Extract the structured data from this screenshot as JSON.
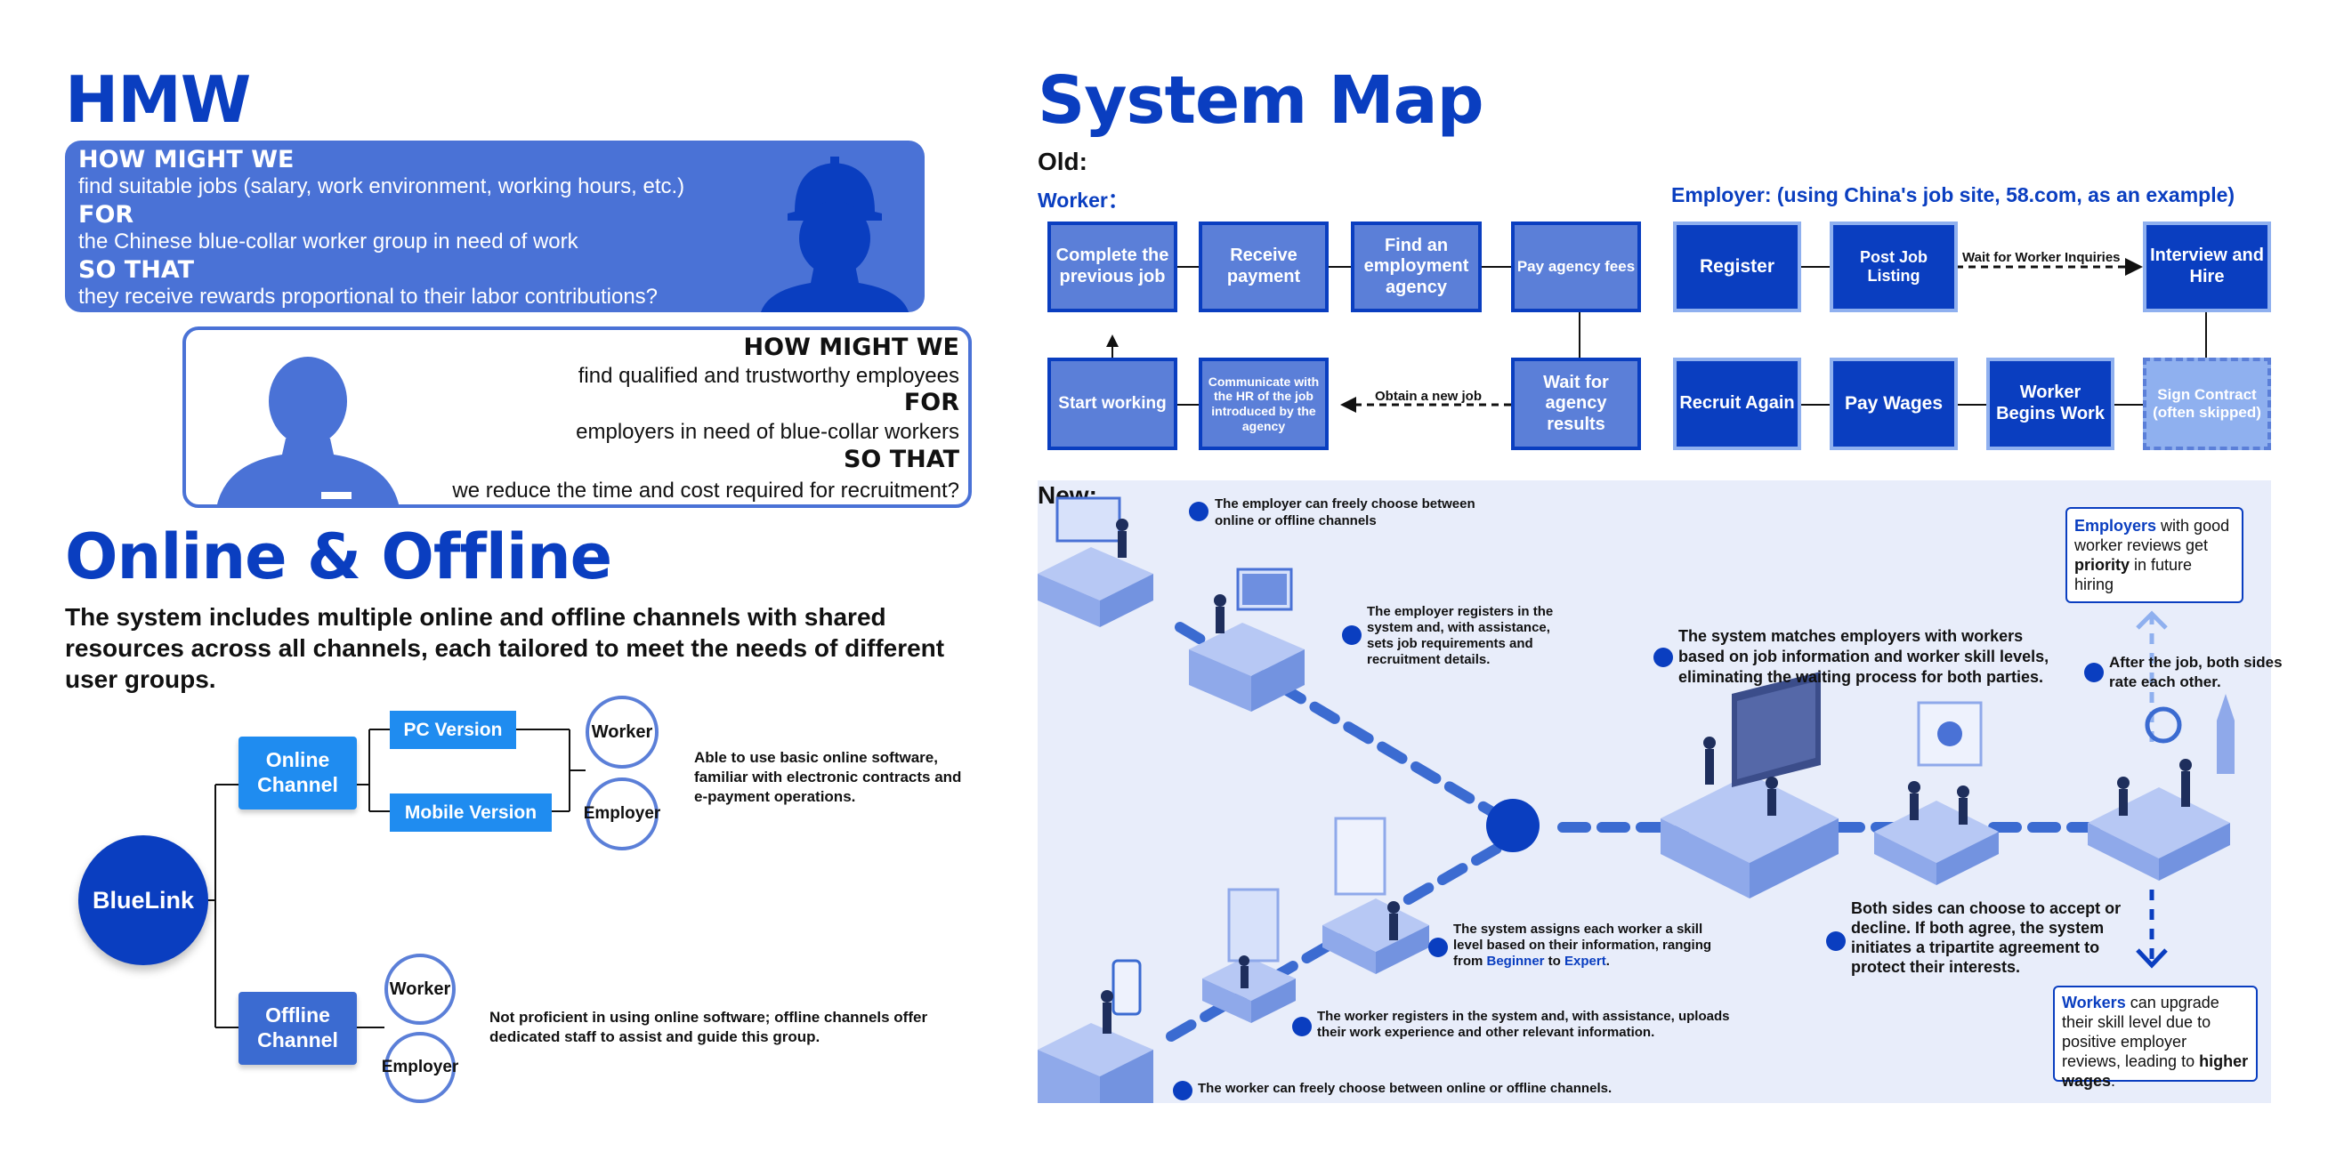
{
  "hmw": {
    "title": "HMW",
    "card1": {
      "head1": "HOW MIGHT WE",
      "line1": "find suitable jobs (salary, work environment, working hours, etc.)",
      "head2": "FOR",
      "line2": "the Chinese blue-collar worker group in need of work",
      "head3": "SO THAT",
      "line3": "they receive rewards proportional to their labor contributions?"
    },
    "card2": {
      "head1": "HOW MIGHT WE",
      "line1": "find qualified and trustworthy employees",
      "head2": "FOR",
      "line2": "employers in need of blue-collar workers",
      "head3": "SO THAT",
      "line3": "we reduce the time and cost required for recruitment?"
    }
  },
  "online_offline": {
    "title": "Online & Offline",
    "description": "The system includes multiple online and offline channels with shared resources across all channels, each tailored to meet the needs of different user groups.",
    "root": "BlueLink",
    "online_channel": "Online Channel",
    "offline_channel": "Offline Channel",
    "pc_version": "PC Version",
    "mobile_version": "Mobile Version",
    "worker": "Worker",
    "employer": "Employer",
    "online_note": "Able to use basic online software, familiar with electronic contracts and e-payment operations.",
    "offline_note": "Not proficient in using online software; offline channels offer dedicated staff to assist and guide this group."
  },
  "system_map": {
    "title": "System Map",
    "old_label": "Old:",
    "worker_label": "Worker：",
    "employer_label": "Employer: (using China's job site, 58.com, as an example)",
    "worker_flow": {
      "complete_previous": "Complete the previous job",
      "receive_payment": "Receive payment",
      "find_agency": "Find an employment agency",
      "pay_fees": "Pay agency fees",
      "wait_results": "Wait for agency results",
      "obtain_job": "Obtain a new job",
      "communicate_hr": "Communicate with the HR of the job introduced by the agency",
      "start_working": "Start working"
    },
    "employer_flow": {
      "register": "Register",
      "post_listing": "Post Job Listing",
      "wait_inquiries": "Wait for Worker Inquiries",
      "interview_hire": "Interview and Hire",
      "sign_contract": "Sign Contract (often skipped)",
      "worker_begins": "Worker Begins Work",
      "pay_wages": "Pay Wages",
      "recruit_again": "Recruit Again"
    },
    "new_label": "New:",
    "new_notes": {
      "n1": "The employer can freely choose between online or offline channels",
      "n2": "The employer registers in the system and, with assistance, sets job requirements and recruitment details.",
      "n3": "The system matches employers with workers based on job information and worker skill levels, eliminating the waiting process for both parties.",
      "n4": "After the job, both sides rate each other.",
      "n5_a": "Employers",
      "n5_b": " with good worker reviews get ",
      "n5_c": "priority",
      "n5_d": " in future hiring",
      "n6_a": "The system assigns each worker a skill level based on their information, ranging from ",
      "n6_b": "Beginner",
      "n6_c": " to ",
      "n6_d": "Expert",
      "n6_e": ".",
      "n7": "Both sides can choose to accept or decline. If both agree, the system initiates a tripartite agreement to protect their interests.",
      "n8": "The worker registers in the system and, with assistance, uploads their work experience and other relevant information.",
      "n9": "The worker can freely choose between online or offline channels.",
      "n10_a": "Workers",
      "n10_b": " can upgrade their skill level due to positive employer reviews, leading to ",
      "n10_c": "higher wages",
      "n10_d": "."
    }
  },
  "colors": {
    "primary": "#0a3ec0",
    "mid": "#4a72d6",
    "light": "#8fb0ef",
    "panel": "#e8edfa"
  }
}
